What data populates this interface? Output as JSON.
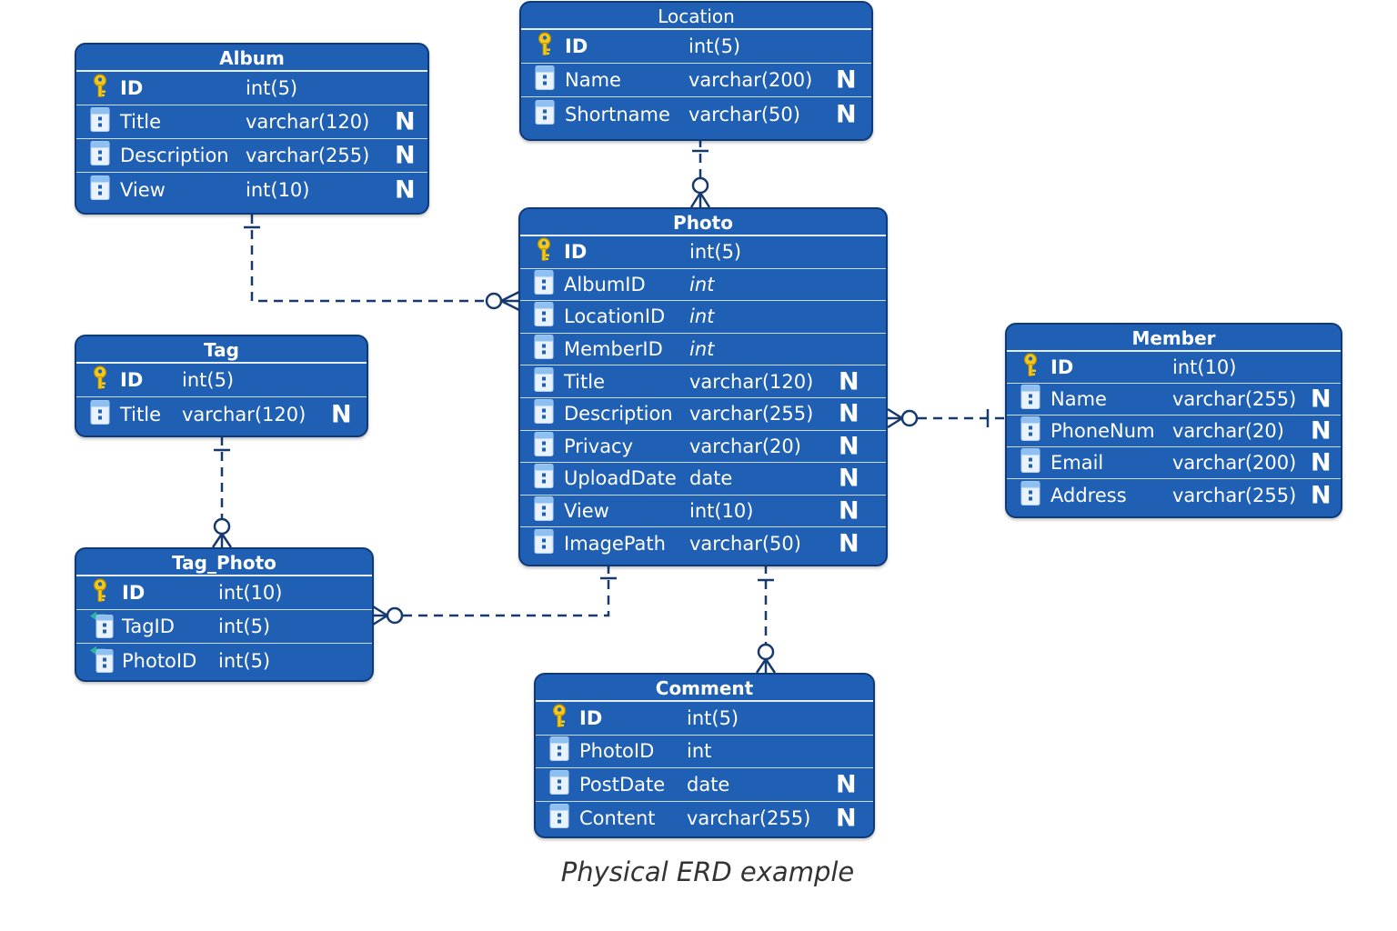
{
  "caption": "Physical ERD example",
  "entities": {
    "album": {
      "title": "Album",
      "fields": [
        {
          "name": "ID",
          "type": "int(5)",
          "key": "pk",
          "nullable": ""
        },
        {
          "name": "Title",
          "type": "varchar(120)",
          "key": "col",
          "nullable": "N"
        },
        {
          "name": "Description",
          "type": "varchar(255)",
          "key": "col",
          "nullable": "N"
        },
        {
          "name": "View",
          "type": "int(10)",
          "key": "col",
          "nullable": "N"
        }
      ]
    },
    "location": {
      "title": "Location",
      "fields": [
        {
          "name": "ID",
          "type": "int(5)",
          "key": "pk",
          "nullable": ""
        },
        {
          "name": "Name",
          "type": "varchar(200)",
          "key": "col",
          "nullable": "N"
        },
        {
          "name": "Shortname",
          "type": "varchar(50)",
          "key": "col",
          "nullable": "N"
        }
      ]
    },
    "photo": {
      "title": "Photo",
      "fields": [
        {
          "name": "ID",
          "type": "int(5)",
          "key": "pk",
          "nullable": ""
        },
        {
          "name": "AlbumID",
          "type": "int",
          "key": "col",
          "nullable": ""
        },
        {
          "name": "LocationID",
          "type": "int",
          "key": "col",
          "nullable": ""
        },
        {
          "name": "MemberID",
          "type": "int",
          "key": "col",
          "nullable": ""
        },
        {
          "name": "Title",
          "type": "varchar(120)",
          "key": "col",
          "nullable": "N"
        },
        {
          "name": "Description",
          "type": "varchar(255)",
          "key": "col",
          "nullable": "N"
        },
        {
          "name": "Privacy",
          "type": "varchar(20)",
          "key": "col",
          "nullable": "N"
        },
        {
          "name": "UploadDate",
          "type": "date",
          "key": "col",
          "nullable": "N"
        },
        {
          "name": "View",
          "type": "int(10)",
          "key": "col",
          "nullable": "N"
        },
        {
          "name": "ImagePath",
          "type": "varchar(50)",
          "key": "col",
          "nullable": "N"
        }
      ]
    },
    "tag": {
      "title": "Tag",
      "fields": [
        {
          "name": "ID",
          "type": "int(5)",
          "key": "pk",
          "nullable": ""
        },
        {
          "name": "Title",
          "type": "varchar(120)",
          "key": "col",
          "nullable": "N"
        }
      ]
    },
    "member": {
      "title": "Member",
      "fields": [
        {
          "name": "ID",
          "type": "int(10)",
          "key": "pk",
          "nullable": ""
        },
        {
          "name": "Name",
          "type": "varchar(255)",
          "key": "col",
          "nullable": "N"
        },
        {
          "name": "PhoneNum",
          "type": "varchar(20)",
          "key": "col",
          "nullable": "N"
        },
        {
          "name": "Email",
          "type": "varchar(200)",
          "key": "col",
          "nullable": "N"
        },
        {
          "name": "Address",
          "type": "varchar(255)",
          "key": "col",
          "nullable": "N"
        }
      ]
    },
    "tag_photo": {
      "title": "Tag_Photo",
      "fields": [
        {
          "name": "ID",
          "type": "int(10)",
          "key": "pk",
          "nullable": ""
        },
        {
          "name": "TagID",
          "type": "int(5)",
          "key": "fk",
          "nullable": ""
        },
        {
          "name": "PhotoID",
          "type": "int(5)",
          "key": "fk",
          "nullable": ""
        }
      ]
    },
    "comment": {
      "title": "Comment",
      "fields": [
        {
          "name": "ID",
          "type": "int(5)",
          "key": "pk",
          "nullable": ""
        },
        {
          "name": "PhotoID",
          "type": "int",
          "key": "col",
          "nullable": ""
        },
        {
          "name": "PostDate",
          "type": "date",
          "key": "col",
          "nullable": "N"
        },
        {
          "name": "Content",
          "type": "varchar(255)",
          "key": "col",
          "nullable": "N"
        }
      ]
    }
  },
  "relationships": [
    {
      "from": "Album",
      "to": "Photo",
      "from_end": "one",
      "to_end": "zero-or-many"
    },
    {
      "from": "Location",
      "to": "Photo",
      "from_end": "one",
      "to_end": "zero-or-many"
    },
    {
      "from": "Member",
      "to": "Photo",
      "from_end": "one",
      "to_end": "zero-or-many"
    },
    {
      "from": "Tag",
      "to": "Tag_Photo",
      "from_end": "one",
      "to_end": "zero-or-many"
    },
    {
      "from": "Photo",
      "to": "Tag_Photo",
      "from_end": "one",
      "to_end": "zero-or-many"
    },
    {
      "from": "Photo",
      "to": "Comment",
      "from_end": "one",
      "to_end": "zero-or-many"
    }
  ],
  "colors": {
    "entity_fill": "#1f5fb4",
    "entity_border": "#0e3a78",
    "connector": "#163a6e",
    "pk_key": "#f2c91b",
    "fk_arrow": "#2bb3a3"
  },
  "icons": {
    "primary_key": "key-icon",
    "column": "column-icon",
    "foreign_key": "foreign-key-icon"
  }
}
